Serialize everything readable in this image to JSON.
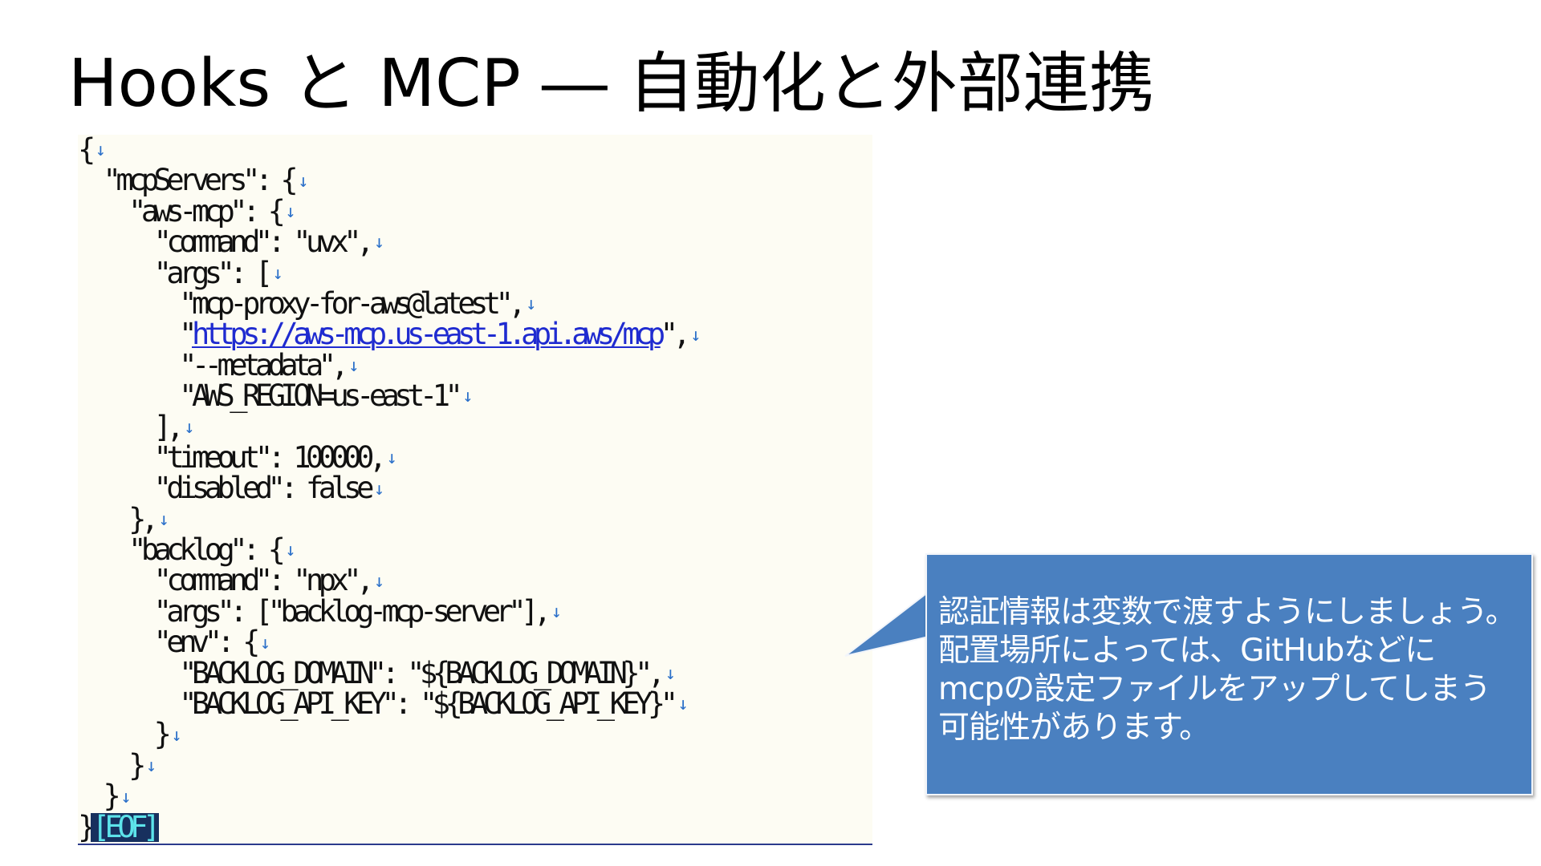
{
  "slide": {
    "title": "Hooks と MCP ― 自動化と外部連携"
  },
  "code": {
    "newline_mark": "↓",
    "eof_label": "[EOF]",
    "lines": [
      "{",
      "  \"mcpServers\": {",
      "    \"aws-mcp\": {",
      "      \"command\": \"uvx\",",
      "      \"args\": [",
      "        \"mcp-proxy-for-aws@latest\",",
      "        \"https://aws-mcp.us-east-1.api.aws/mcp\",",
      "        \"--metadata\",",
      "        \"AWS_REGION=us-east-1\"",
      "      ],",
      "      \"timeout\": 100000,",
      "      \"disabled\": false",
      "    },",
      "    \"backlog\": {",
      "      \"command\": \"npx\",",
      "      \"args\": [\"backlog-mcp-server\"],",
      "      \"env\": {",
      "        \"BACKLOG_DOMAIN\": \"${BACKLOG_DOMAIN}\",",
      "        \"BACKLOG_API_KEY\": \"${BACKLOG_API_KEY}\"",
      "      }",
      "    }",
      "  }",
      "}"
    ],
    "link_line": {
      "pre": "        \"",
      "link": "https://aws-mcp.us-east-1.api.aws/mcp",
      "post": "\","
    }
  },
  "callout": {
    "lines": [
      "認証情報は変数で渡すようにしましょう。",
      "配置場所によっては、GitHubなどに",
      "mcpの設定ファイルをアップしてしまう",
      "可能性があります。"
    ]
  },
  "colors": {
    "callout_fill": "#4a80c0",
    "code_background": "#fdfcf3",
    "link": "#1f2bd0",
    "newline_mark": "#2a6fc9",
    "eof_background": "#17305e",
    "eof_text": "#5de3ea"
  }
}
